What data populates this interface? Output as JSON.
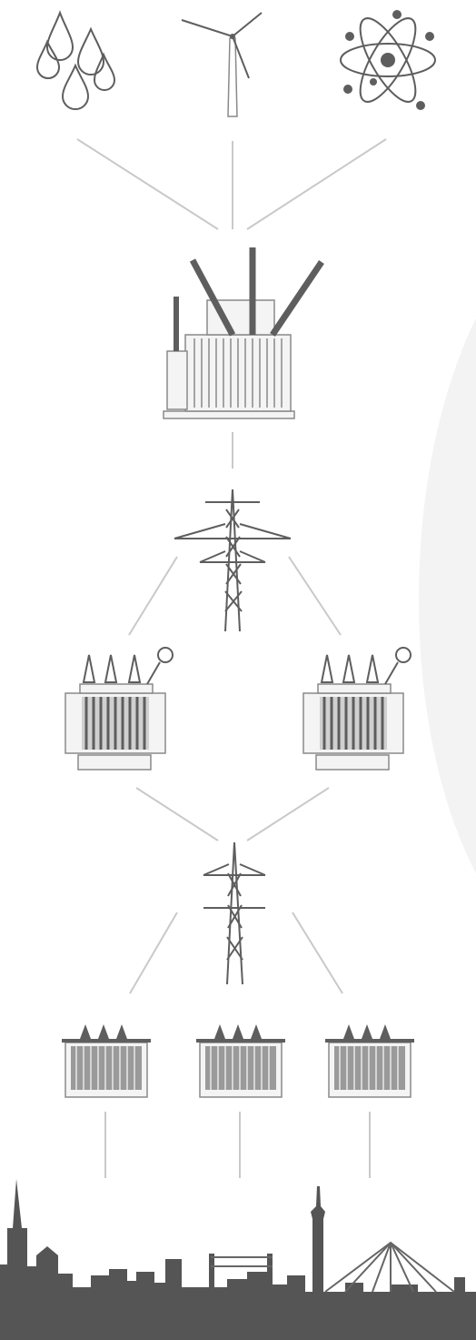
{
  "diagram": {
    "type": "power-grid-flow",
    "nodes": [
      {
        "id": "water-source",
        "icon": "water-drops-icon",
        "level": 1
      },
      {
        "id": "wind-source",
        "icon": "wind-turbine-icon",
        "level": 1
      },
      {
        "id": "nuclear-source",
        "icon": "atom-icon",
        "level": 1
      },
      {
        "id": "power-transformer",
        "icon": "large-transformer-icon",
        "level": 2
      },
      {
        "id": "extra-high-voltage-pylon",
        "icon": "transmission-tower-icon",
        "level": 3
      },
      {
        "id": "substation-transformer-left",
        "icon": "transformer-icon",
        "level": 4
      },
      {
        "id": "substation-transformer-right",
        "icon": "transformer-icon",
        "level": 4
      },
      {
        "id": "medium-voltage-pylon",
        "icon": "transmission-tower-icon",
        "level": 5
      },
      {
        "id": "distribution-transformer-1",
        "icon": "small-transformer-icon",
        "level": 6
      },
      {
        "id": "distribution-transformer-2",
        "icon": "small-transformer-icon",
        "level": 6
      },
      {
        "id": "distribution-transformer-3",
        "icon": "small-transformer-icon",
        "level": 6
      },
      {
        "id": "city",
        "icon": "city-skyline-icon",
        "level": 7
      }
    ],
    "edges": [
      [
        "water-source",
        "power-transformer"
      ],
      [
        "wind-source",
        "power-transformer"
      ],
      [
        "nuclear-source",
        "power-transformer"
      ],
      [
        "power-transformer",
        "extra-high-voltage-pylon"
      ],
      [
        "extra-high-voltage-pylon",
        "substation-transformer-left"
      ],
      [
        "extra-high-voltage-pylon",
        "substation-transformer-right"
      ],
      [
        "substation-transformer-left",
        "medium-voltage-pylon"
      ],
      [
        "substation-transformer-right",
        "medium-voltage-pylon"
      ],
      [
        "medium-voltage-pylon",
        "distribution-transformer-1"
      ],
      [
        "medium-voltage-pylon",
        "distribution-transformer-3"
      ],
      [
        "distribution-transformer-1",
        "city"
      ],
      [
        "distribution-transformer-2",
        "city"
      ],
      [
        "distribution-transformer-3",
        "city"
      ]
    ],
    "colors": {
      "ink": "#5e5e5e",
      "connector": "#c9c9c9",
      "skyline": "#555555",
      "background-arc": "#f3f3f3"
    }
  }
}
